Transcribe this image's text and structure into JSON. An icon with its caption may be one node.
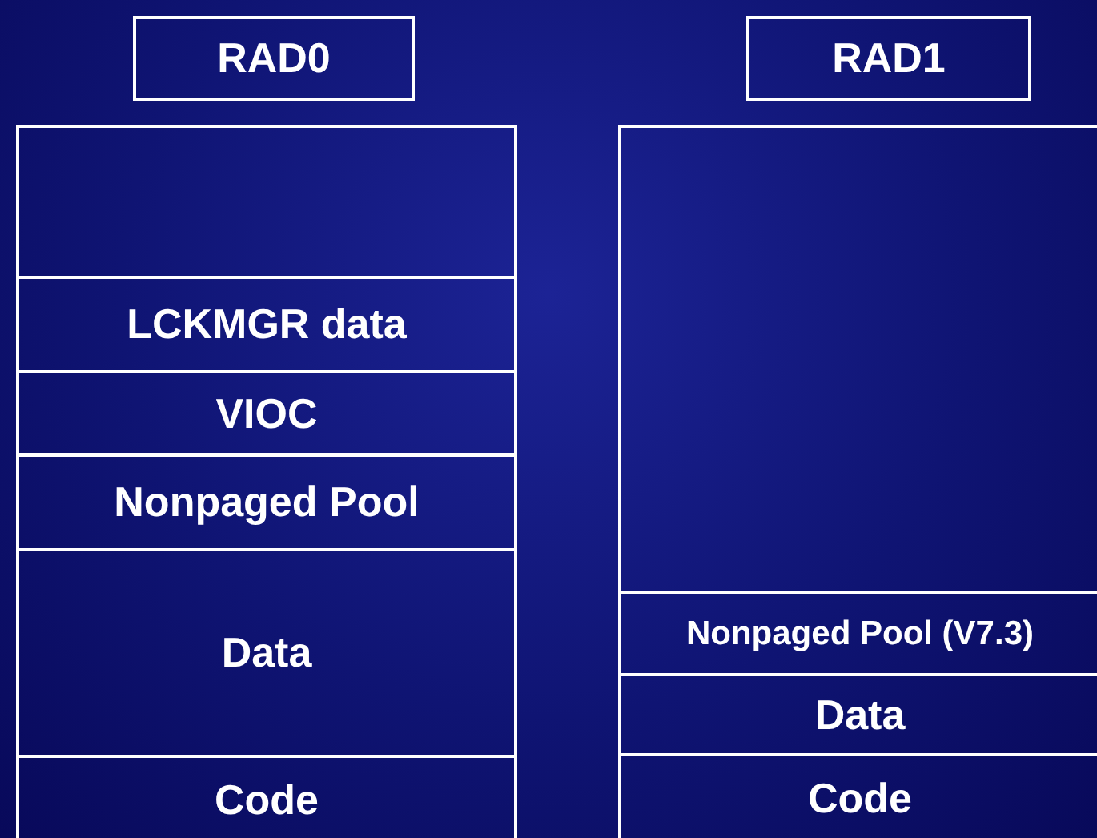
{
  "diagram": {
    "nodes": [
      {
        "text": [
          "RAD0"
        ]
      },
      {
        "text": [
          "RAD1"
        ]
      },
      {
        "text": [],
        "shape": "box"
      },
      {
        "text": [
          "LCKMGR data"
        ]
      },
      {
        "text": [
          "VIOC"
        ]
      },
      {
        "text": [
          "Nonpaged Pool"
        ]
      },
      {
        "text": [
          "Data"
        ]
      },
      {
        "text": [
          "Code"
        ]
      },
      {
        "text": [],
        "shape": "box"
      },
      {
        "text": [
          "Nonpaged Pool (V7.3)"
        ]
      },
      {
        "text": [
          "Data"
        ]
      },
      {
        "text": [
          "Code"
        ]
      }
    ]
  }
}
